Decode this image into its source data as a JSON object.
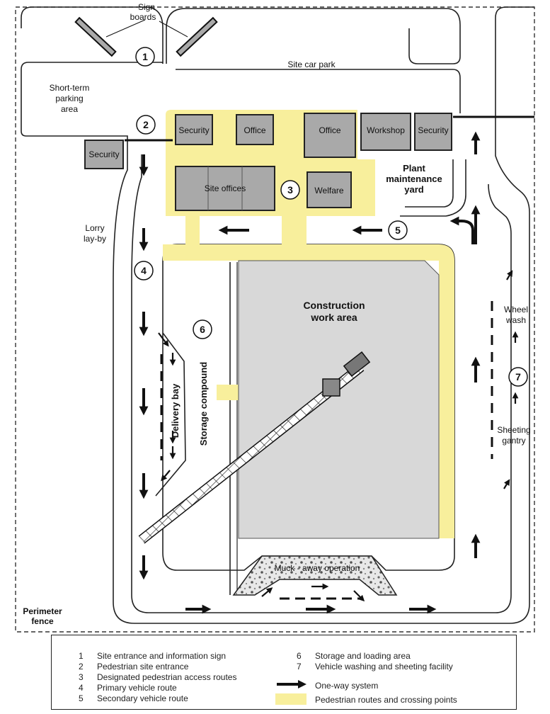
{
  "diagram": {
    "buildings": {
      "security_1": "Security",
      "office_1": "Office",
      "office_2": "Office",
      "workshop": "Workshop",
      "security_2": "Security",
      "security_gate": "Security",
      "site_offices": "Site offices",
      "welfare": "Welfare"
    },
    "areas": {
      "sign_boards": [
        "Sign",
        "boards"
      ],
      "site_car_park": "Site car park",
      "short_term_parking": [
        "Short-term",
        "parking",
        "area"
      ],
      "plant_maintenance_yard": [
        "Plant",
        "maintenance",
        "yard"
      ],
      "lorry_layby": [
        "Lorry",
        "lay-by"
      ],
      "construction_work_area": [
        "Construction",
        "work area"
      ],
      "storage_compound": "Storage compound",
      "delivery_bay": "Delivery bay",
      "wheel_wash": [
        "Wheel",
        "wash"
      ],
      "sheeting_gantry": [
        "Sheeting",
        "gantry"
      ],
      "muck_away": "Muck - away operation",
      "perimeter_fence": [
        "Perimeter",
        "fence"
      ]
    },
    "markers": [
      "1",
      "2",
      "3",
      "4",
      "5",
      "6",
      "7"
    ]
  },
  "legend": {
    "items": [
      {
        "num": "1",
        "text": "Site entrance and information sign"
      },
      {
        "num": "2",
        "text": "Pedestrian site entrance"
      },
      {
        "num": "3",
        "text": "Designated pedestrian access routes"
      },
      {
        "num": "4",
        "text": "Primary vehicle route"
      },
      {
        "num": "5",
        "text": "Secondary vehicle route"
      },
      {
        "num": "6",
        "text": "Storage and loading area"
      },
      {
        "num": "7",
        "text": "Vehicle washing and sheeting facility"
      }
    ],
    "one_way": "One-way system",
    "pedestrian": "Pedestrian routes and crossing points"
  },
  "colors": {
    "pedestrian_yellow": "#f8ef9c",
    "building_grey": "#a9a9a9",
    "work_area_grey": "#d8d8d8",
    "line": "#222222"
  }
}
